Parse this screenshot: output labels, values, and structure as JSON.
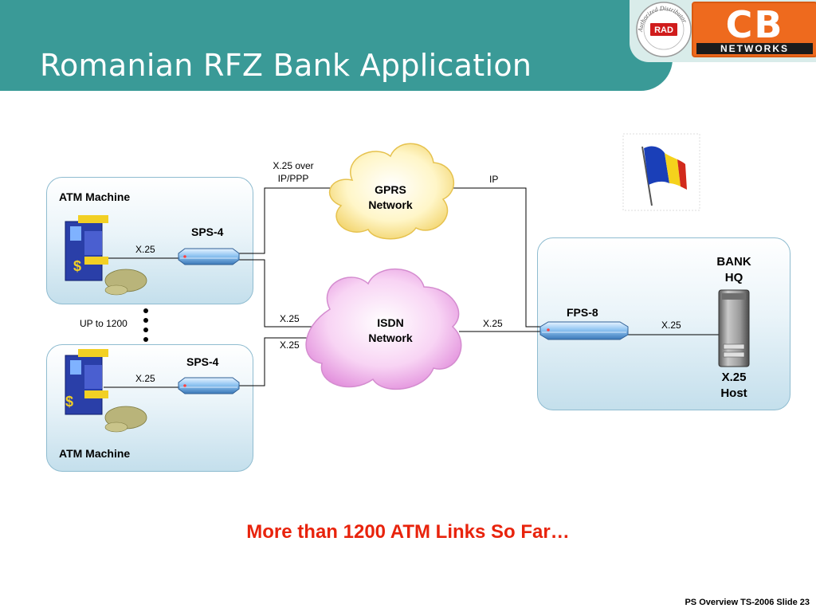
{
  "slide": {
    "title": "Romanian RFZ Bank Application",
    "footer_message": "More than 1200 ATM Links So Far…",
    "footer_slide": "PS Overview TS-2006  Slide 23"
  },
  "logos": {
    "distributor_stamp_text": "Authorized Distributor",
    "distributor_stamp_brand": "RAD",
    "company_letters": "CB",
    "company_name": "NETWORKS"
  },
  "colors": {
    "header": "#3a9a97",
    "accent": "#e8230c",
    "brand_orange": "#ee6a1e"
  },
  "diagram": {
    "atm_top": {
      "title": "ATM Machine",
      "device": "SPS-4",
      "link": "X.25"
    },
    "atm_bottom": {
      "title": "ATM Machine",
      "device": "SPS-4",
      "link": "X.25"
    },
    "scale_label": "UP to 1200",
    "gprs_cloud": {
      "line1": "GPRS",
      "line2": "Network"
    },
    "isdn_cloud": {
      "line1": "ISDN",
      "line2": "Network"
    },
    "links": {
      "gprs_in_line1": "X.25 over",
      "gprs_in_line2": "IP/PPP",
      "gprs_out": "IP",
      "isdn_in_top": "X.25",
      "isdn_in_bottom": "X.25",
      "isdn_out": "X.25",
      "host_link": "X.25"
    },
    "bank": {
      "title_line1": "BANK",
      "title_line2": "HQ",
      "device": "FPS-8",
      "host_line1": "X.25",
      "host_line2": "Host"
    },
    "flag": "romanian-flag-icon"
  }
}
